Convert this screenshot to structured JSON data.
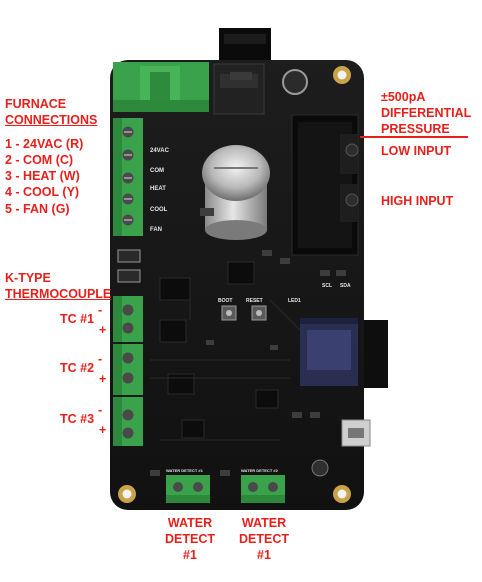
{
  "furnace": {
    "heading_line1": "FURNACE",
    "heading_line2": "CONNECTIONS",
    "items": [
      "1 - 24VAC (R)",
      "2 - COM (C)",
      "3 - HEAT (W)",
      "4 - COOL (Y)",
      "5 - FAN (G)"
    ]
  },
  "thermocouple": {
    "heading_line1": "K-TYPE",
    "heading_line2": "THERMOCOUPLE",
    "channels": [
      "TC #1",
      "TC #2",
      "TC #3"
    ],
    "minus_sign": "-",
    "plus_sign": "+"
  },
  "pressure": {
    "line1": "±500pA",
    "line2": "DIFFERENTIAL",
    "line3": "PRESSURE",
    "low_input": "LOW INPUT",
    "high_input": "HIGH INPUT"
  },
  "water": [
    {
      "line1": "WATER",
      "line2": "DETECT",
      "line3": "#1"
    },
    {
      "line1": "WATER",
      "line2": "DETECT",
      "line3": "#1"
    }
  ],
  "pcb_silkscreen": {
    "terminal_labels": [
      "24VAC",
      "COM",
      "HEAT",
      "COOL",
      "FAN"
    ],
    "boot": "BOOT",
    "reset": "RESET",
    "led": "LED1",
    "scl": "SCL",
    "sda": "SDA",
    "water_silk_1": "WATER DETECT #1",
    "water_silk_2": "WATER DETECT #2"
  },
  "colors": {
    "label_red": "#e8201c",
    "board_black": "#161616",
    "terminal_green": "#3aa24a",
    "esp_blue": "#2a2f52"
  }
}
